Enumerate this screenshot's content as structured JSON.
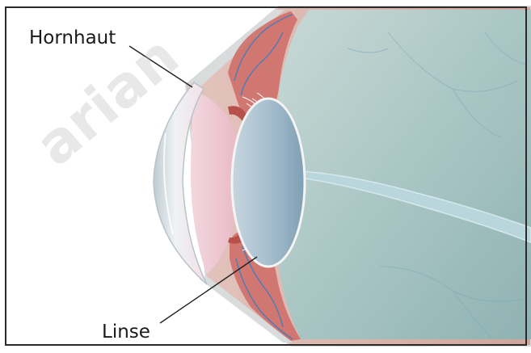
{
  "labels": {
    "cornea": "Hornhaut",
    "lens": "Linse"
  },
  "watermark": "arian",
  "colors": {
    "vitreous": "#9fc1bf",
    "sclera": "#d6b3ad",
    "ciliary": "#c9645c",
    "cornea": "#e7eff2",
    "lens": "#aac1d0",
    "vessel": "#4a7bb8",
    "nerve": "#b7d6dc"
  }
}
